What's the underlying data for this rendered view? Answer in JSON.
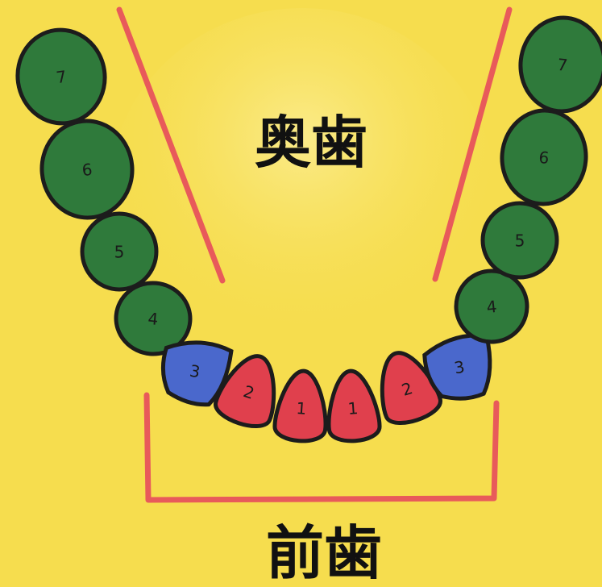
{
  "labels": {
    "back_teeth": "奥歯",
    "front_teeth": "前歯"
  },
  "colors": {
    "background": "#f6dd4e",
    "inner_glow": "#fbeb8a",
    "molar": "#2f7a3b",
    "canine": "#4a68cc",
    "incisor": "#e0404d",
    "marker_line": "#e85a5a",
    "outline": "#1c1c1c"
  },
  "teeth": [
    {
      "side": "left",
      "type": "molar",
      "number": "7"
    },
    {
      "side": "left",
      "type": "molar",
      "number": "6"
    },
    {
      "side": "left",
      "type": "molar",
      "number": "5"
    },
    {
      "side": "left",
      "type": "molar",
      "number": "4"
    },
    {
      "side": "left",
      "type": "canine",
      "number": "3"
    },
    {
      "side": "left",
      "type": "incisor",
      "number": "2"
    },
    {
      "side": "left",
      "type": "incisor",
      "number": "1"
    },
    {
      "side": "right",
      "type": "incisor",
      "number": "1"
    },
    {
      "side": "right",
      "type": "incisor",
      "number": "2"
    },
    {
      "side": "right",
      "type": "canine",
      "number": "3"
    },
    {
      "side": "right",
      "type": "molar",
      "number": "4"
    },
    {
      "side": "right",
      "type": "molar",
      "number": "5"
    },
    {
      "side": "right",
      "type": "molar",
      "number": "6"
    },
    {
      "side": "right",
      "type": "molar",
      "number": "7"
    }
  ]
}
